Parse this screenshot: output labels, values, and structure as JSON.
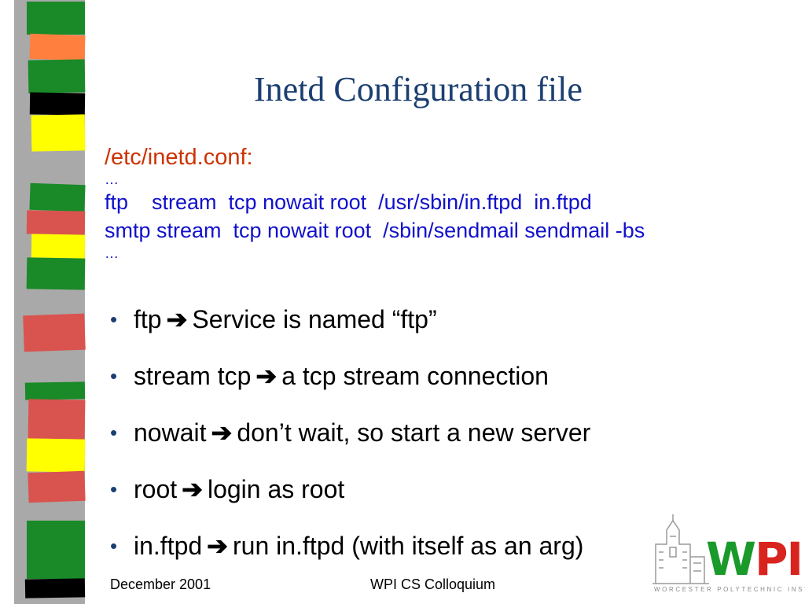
{
  "slide": {
    "title": "Inetd Configuration file",
    "config": {
      "filename": "/etc/inetd.conf:",
      "lines": [
        "…",
        "ftp    stream  tcp nowait root  /usr/sbin/in.ftpd  in.ftpd",
        "smtp stream  tcp nowait root  /sbin/sendmail sendmail -bs",
        "…"
      ]
    },
    "bullets": [
      {
        "term": "ftp",
        "desc": "Service is named “ftp”"
      },
      {
        "term": "stream tcp",
        "desc": "a tcp stream connection"
      },
      {
        "term": "nowait",
        "desc": "don’t wait, so start a new server"
      },
      {
        "term": "root",
        "desc": "login as root"
      },
      {
        "term": "in.ftpd",
        "desc": "run in.ftpd (with itself as an arg)"
      }
    ],
    "bullet_icon": "bullet-dot",
    "arrow_icon": "arrow-right-icon",
    "arrow_glyph": "➔"
  },
  "footer": {
    "date": "December 2001",
    "event": "WPI CS Colloquium"
  },
  "logo": {
    "wordmark_w": "W",
    "wordmark_p": "P",
    "wordmark_i": "I",
    "tagline": "WORCESTER POLYTECHNIC INSTITUTE"
  },
  "colors": {
    "title": "#1c3f71",
    "filename": "#cc3300",
    "code": "#1111cc",
    "strip_gray": "#a9a9a9",
    "strip_green": "#1a8a28",
    "strip_red": "#d9534f",
    "strip_yellow": "#ffff00",
    "strip_orange": "#ff7f3f",
    "strip_black": "#000000",
    "logo_green": "#1a9a2a",
    "logo_red": "#d9231e"
  }
}
